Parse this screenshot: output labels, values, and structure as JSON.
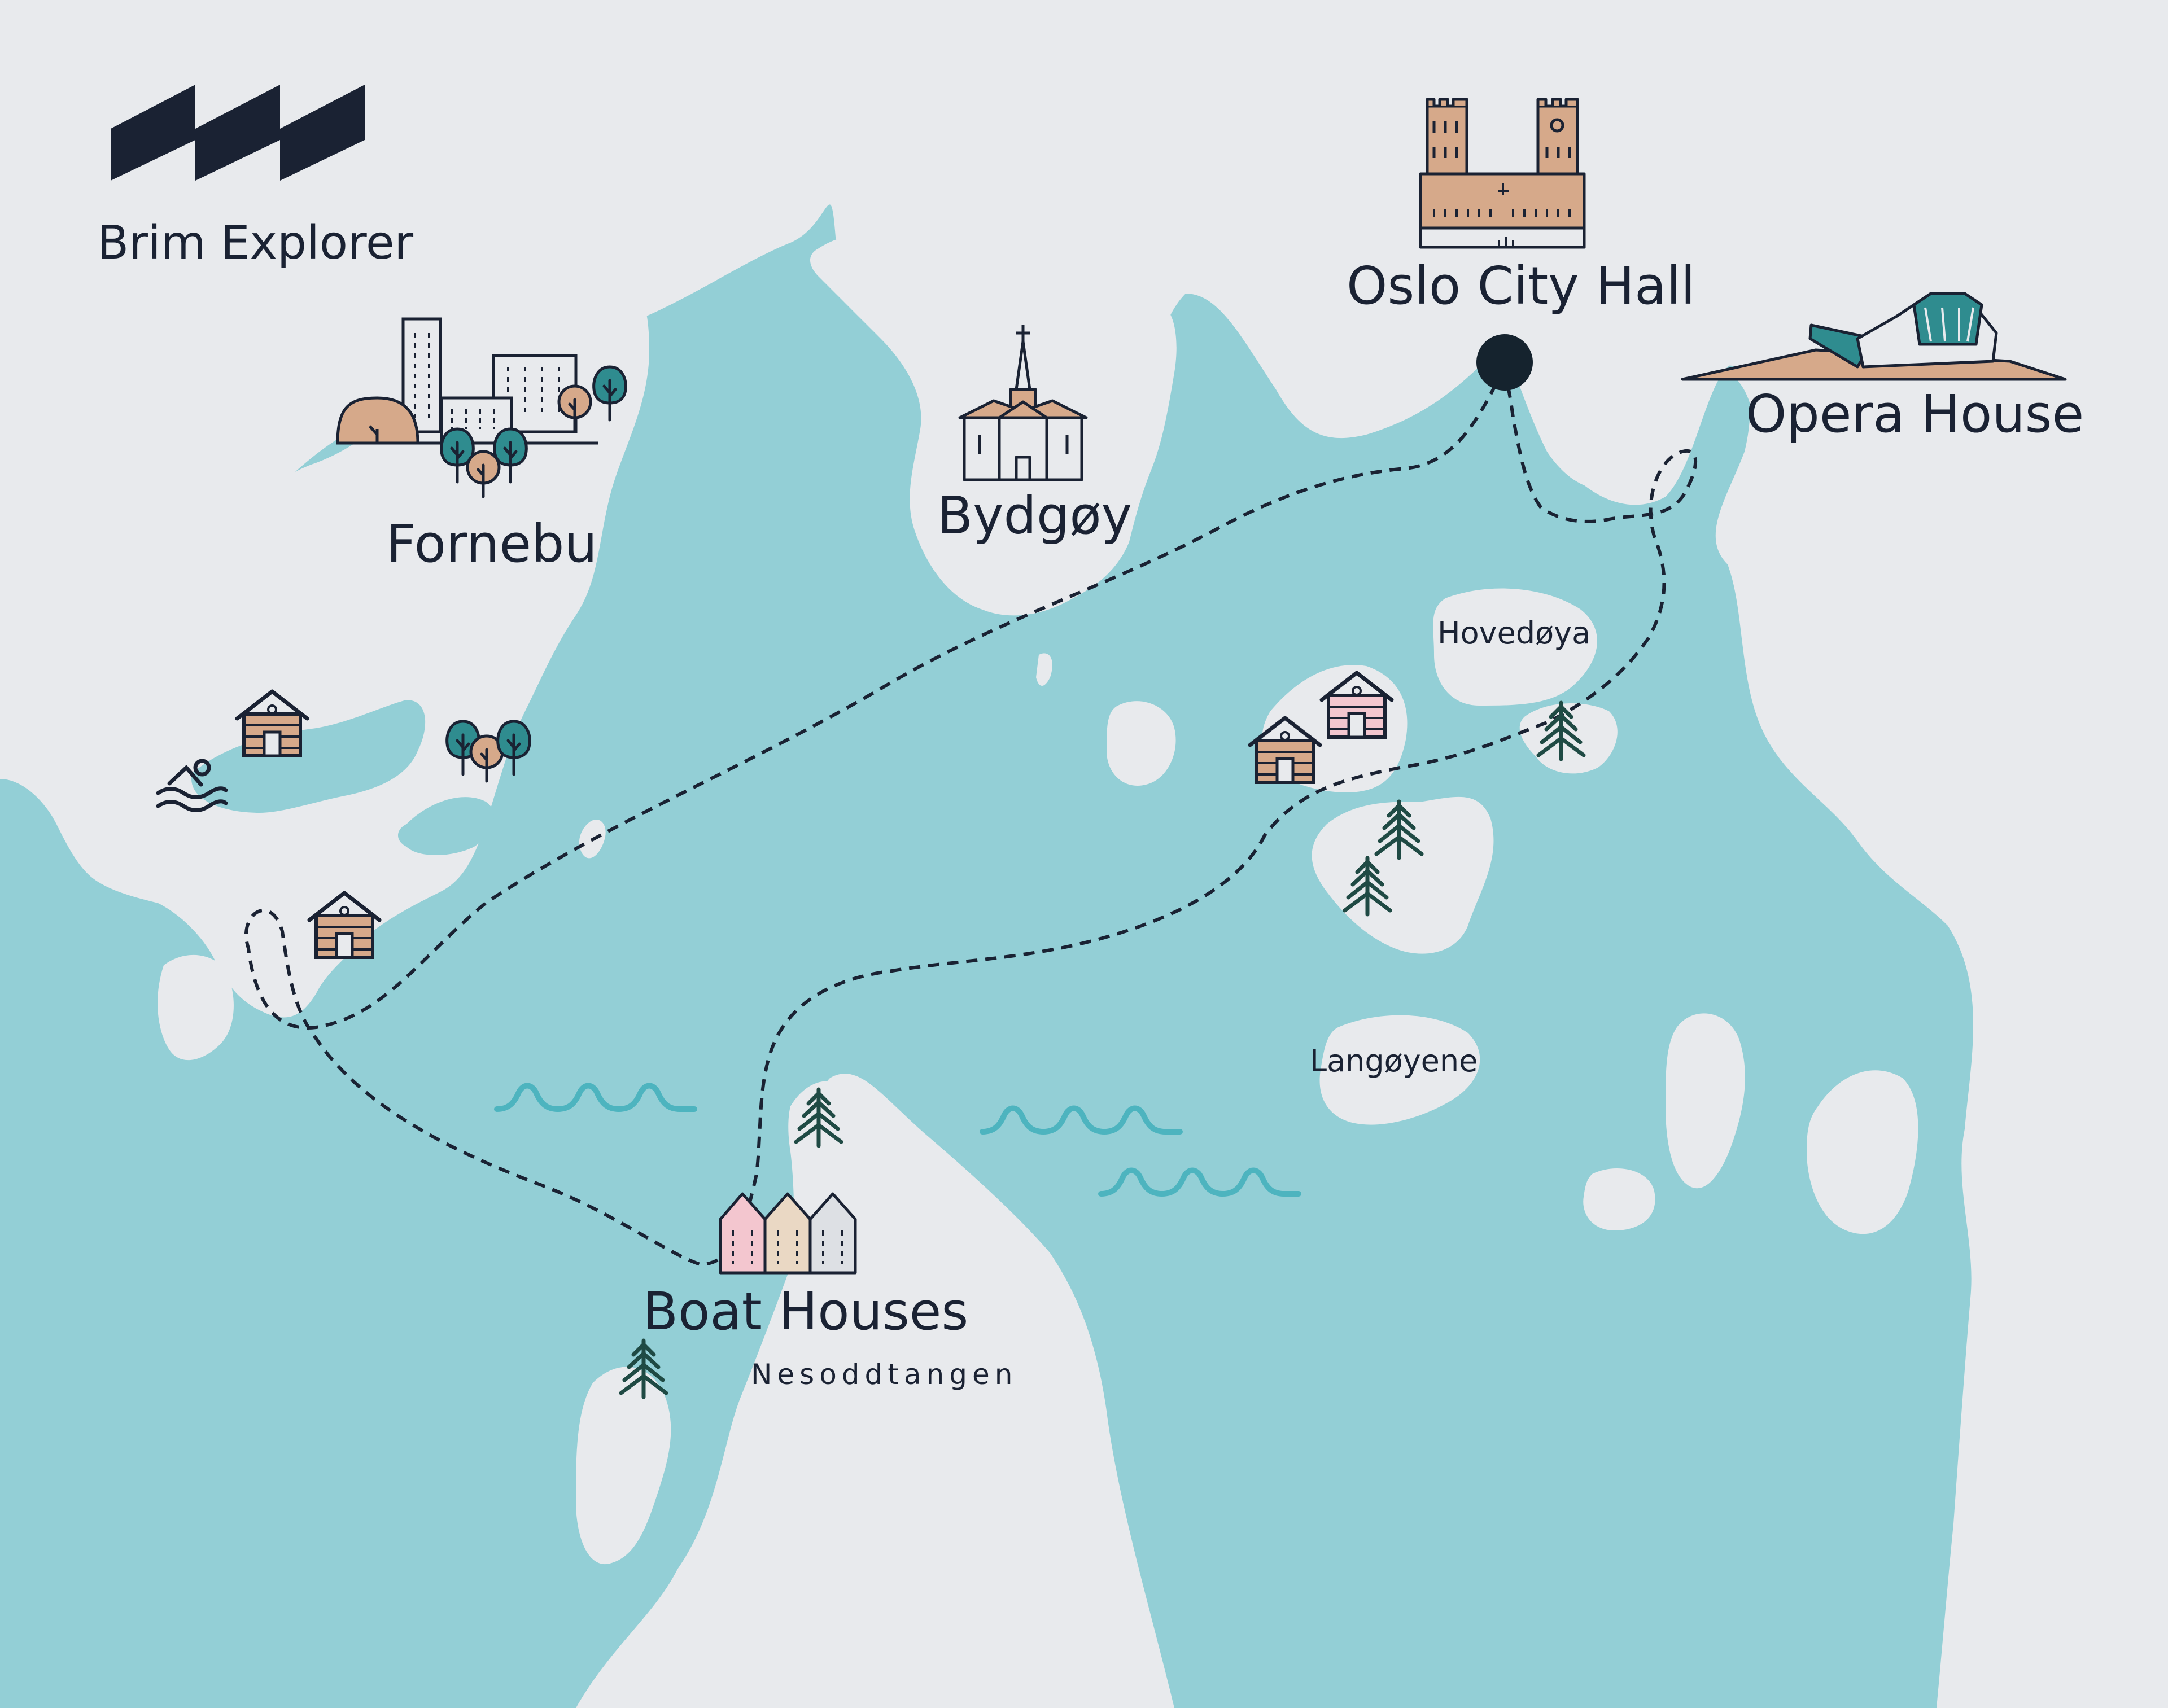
{
  "brand": {
    "name": "Brim Explorer"
  },
  "places": {
    "oslo_city_hall": "Oslo City Hall",
    "opera_house": "Opera House",
    "bygdoy": "Bydgøy",
    "fornebu": "Fornebu",
    "boat_houses": "Boat Houses",
    "nesoddtangen": "Nesoddtangen",
    "hovedoya": "Hovedøya",
    "langoyene": "Langøyene"
  },
  "colors": {
    "water": "#93cfd6",
    "land": "#e8eaed",
    "ink": "#1a2233",
    "wave": "#4db4bf",
    "brick": "#d6a98a",
    "tree": "#2f8c8f",
    "pine": "#1f4a44",
    "pink": "#f3c6cf",
    "beige": "#ead8c4",
    "grey_house": "#dde0e4"
  },
  "icons": {
    "logo": "brim-logo-icon",
    "city_hall": "city-hall-icon",
    "opera": "opera-house-icon",
    "church": "church-icon",
    "city": "city-skyline-icon",
    "cabin": "cabin-icon",
    "pine": "pine-tree-icon",
    "swimmer": "swimmer-icon",
    "boathouses": "boat-houses-icon"
  }
}
